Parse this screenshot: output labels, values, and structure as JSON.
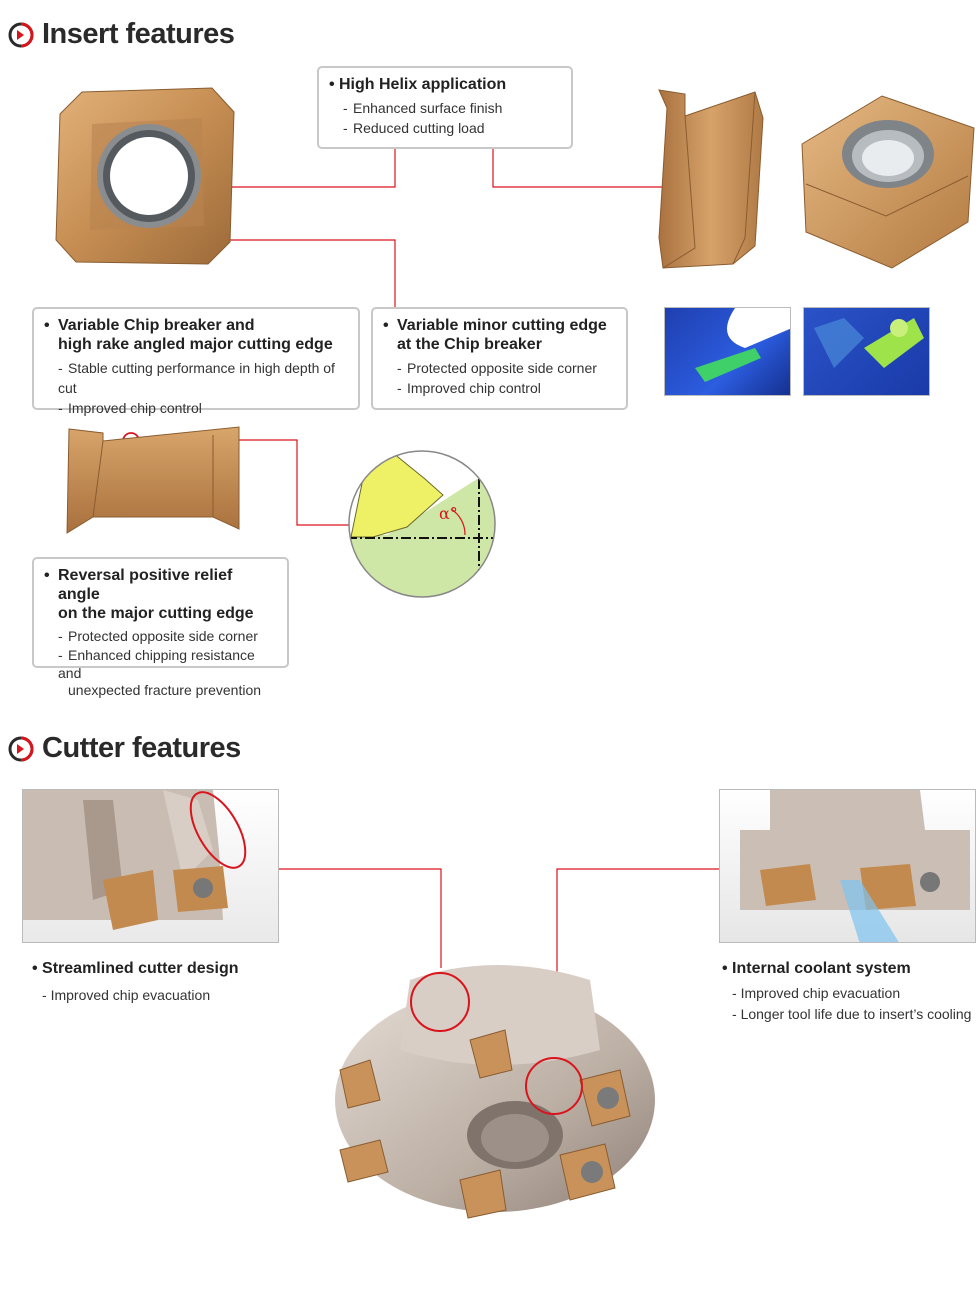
{
  "insert_section": {
    "title": "Insert features",
    "boxes": {
      "helix": {
        "head": "High Helix application",
        "items": [
          "Enhanced surface finish",
          "Reduced cutting load"
        ]
      },
      "chip_breaker": {
        "head_line1": "Variable Chip breaker and",
        "head_line2": "high rake angled major cutting edge",
        "items": [
          "Stable cutting performance in high depth of cut",
          "Improved chip control"
        ]
      },
      "minor_edge": {
        "head_line1": "Variable minor cutting edge",
        "head_line2": "at the Chip breaker",
        "items": [
          "Protected opposite side corner",
          "Improved chip control"
        ]
      },
      "relief": {
        "head_line1": "Reversal positive relief angle",
        "head_line2": "on the major cutting edge",
        "items": [
          "Protected opposite side corner",
          "Enhanced chipping resistance and",
          "unexpected fracture prevention"
        ]
      }
    },
    "angle_label": "α°"
  },
  "cutter_section": {
    "title": "Cutter features",
    "streamlined": {
      "head": "Streamlined cutter design",
      "items": [
        "Improved chip evacuation"
      ]
    },
    "coolant": {
      "head": "Internal coolant system",
      "items": [
        "Improved chip evacuation",
        "Longer tool life due to insert’s cooling"
      ]
    }
  },
  "colors": {
    "accent_red": "#d9141c",
    "insert_gold": "#c9955a",
    "box_border": "#c8c8c8"
  }
}
